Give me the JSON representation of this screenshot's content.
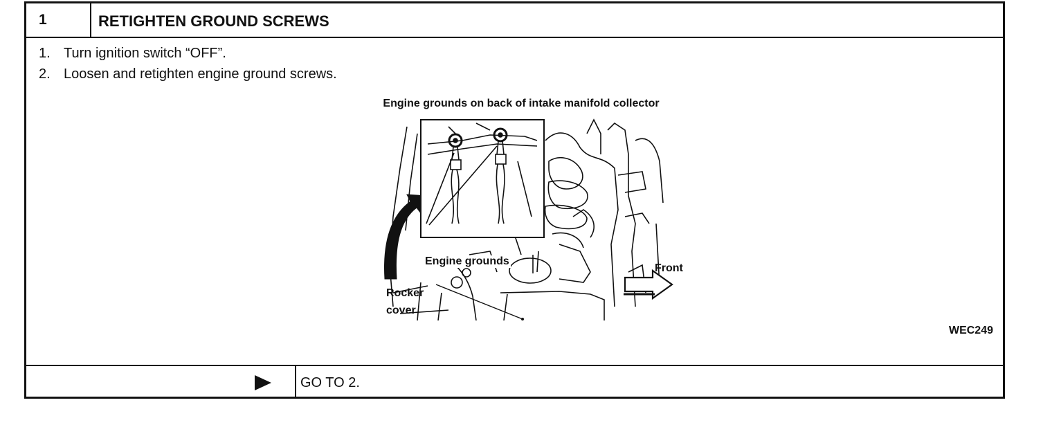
{
  "step": {
    "number": "1",
    "title": "RETIGHTEN GROUND SCREWS"
  },
  "instructions": [
    {
      "num": "1.",
      "text": "Turn ignition switch “OFF”."
    },
    {
      "num": "2.",
      "text": "Loosen and retighten engine ground screws."
    }
  ],
  "figure": {
    "caption": "Engine grounds on back of intake manifold collector",
    "labels": {
      "engine_grounds": "Engine grounds",
      "front": "Front",
      "rocker_line1": "Rocker",
      "rocker_line2": "cover"
    },
    "id": "WEC249"
  },
  "footer": {
    "arrow_icon": "play-arrow-icon",
    "action": "GO TO 2."
  }
}
